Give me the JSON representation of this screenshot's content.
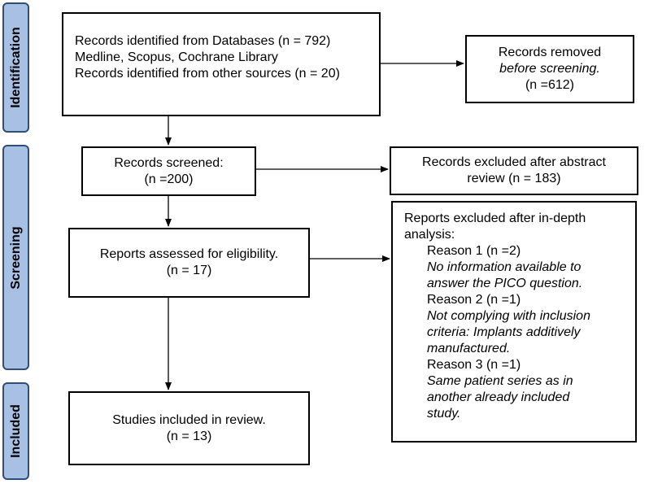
{
  "phases": {
    "identification": "Identification",
    "screening": "Screening",
    "included": "Included"
  },
  "identification_box": {
    "line1": "Records identified from Databases (n = 792)",
    "line2": "Medline, Scopus, Cochrane Library",
    "line3": "Records identified from other sources (n = 20)"
  },
  "removed_box": {
    "line1": "Records removed",
    "line2": "before screening.",
    "line3": "(n =612)"
  },
  "screened_box": {
    "line1": "Records screened:",
    "line2": "(n =200)"
  },
  "excluded_abstract_box": {
    "line1": "Records excluded after abstract",
    "line2": "review (n = 183)"
  },
  "assessed_box": {
    "line1": "Reports assessed for eligibility.",
    "line2": "(n = 17)"
  },
  "excluded_indepth_box": {
    "line1": "Reports excluded after in-depth",
    "line2": "analysis:",
    "reasons": [
      {
        "label": "Reason 1 (n =2)",
        "desc": [
          "No information available to",
          "answer the PICO question."
        ]
      },
      {
        "label": "Reason 2 (n =1)",
        "desc": [
          "Not complying with inclusion",
          "criteria: Implants additively",
          "manufactured."
        ]
      },
      {
        "label": "Reason 3 (n =1)",
        "desc": [
          "Same patient series as in",
          "another already included",
          "study."
        ]
      }
    ]
  },
  "included_box": {
    "line1": "Studies included in review.",
    "line2": "(n = 13)"
  }
}
